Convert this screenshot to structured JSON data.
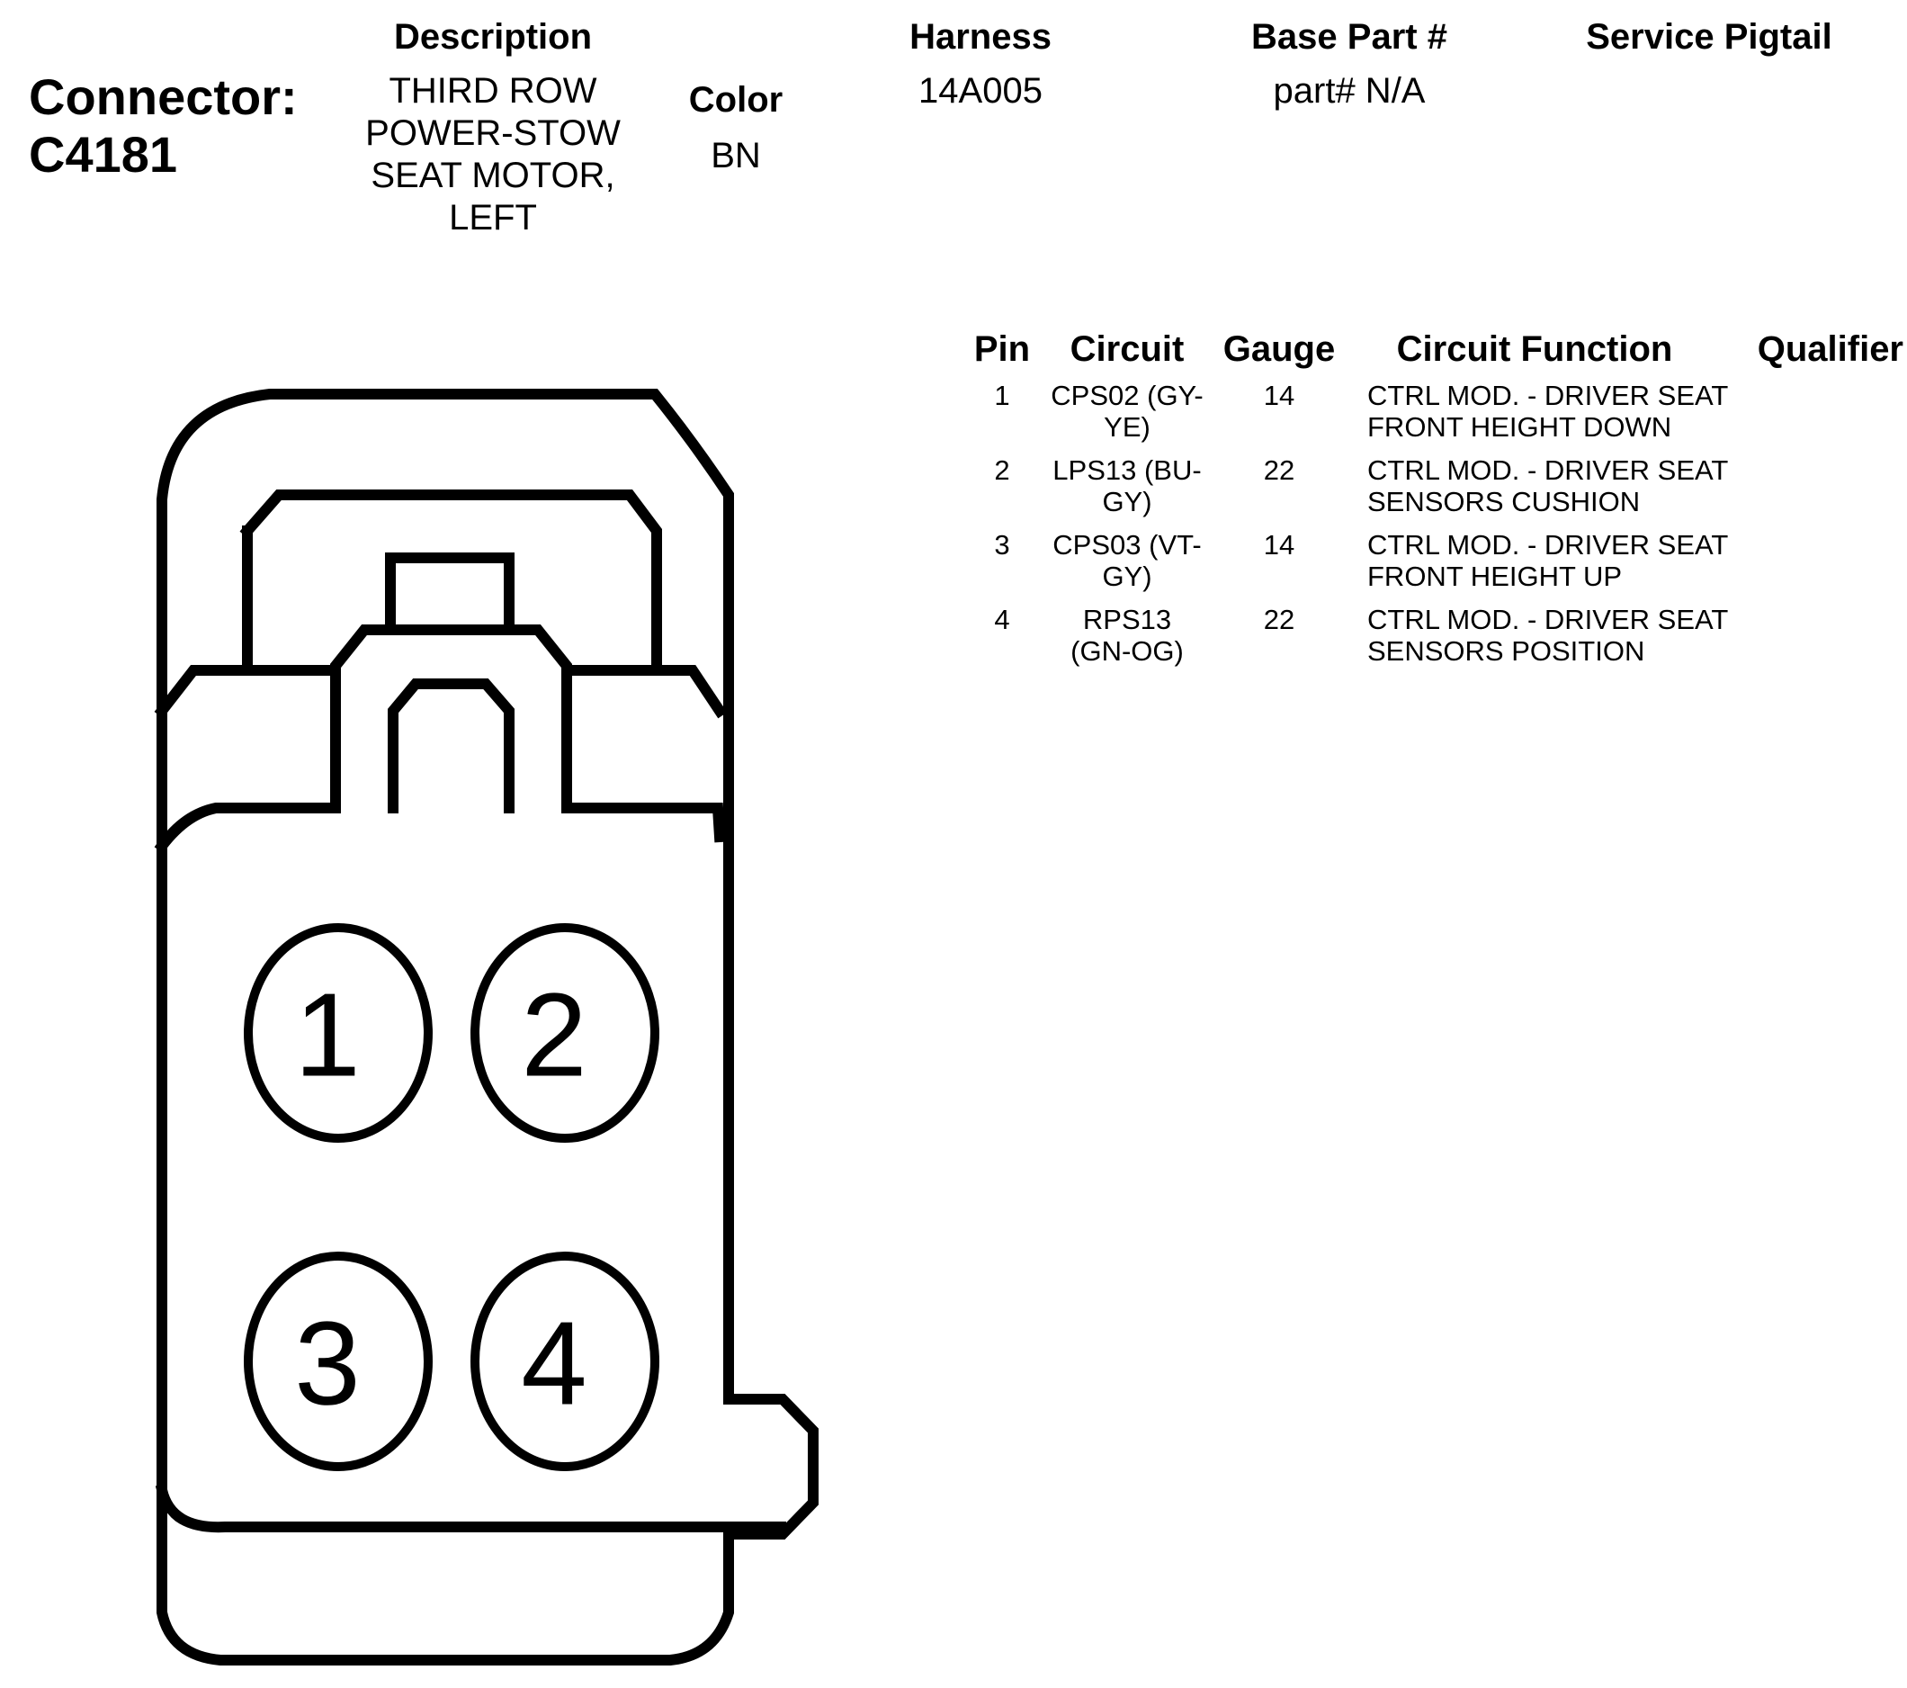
{
  "connector": {
    "label": "Connector:",
    "id": "C4181"
  },
  "header": {
    "description_label": "Description",
    "description_lines": [
      "THIRD ROW",
      "POWER-STOW",
      "SEAT MOTOR,",
      "LEFT"
    ],
    "color_label": "Color",
    "color_value": "BN",
    "harness_label": "Harness",
    "harness_value": "14A005",
    "base_part_label": "Base Part #",
    "base_part_value": "part# N/A",
    "service_pigtail_label": "Service Pigtail"
  },
  "pin_table": {
    "columns": [
      "Pin",
      "Circuit",
      "Gauge",
      "Circuit Function",
      "Qualifier"
    ],
    "rows": [
      {
        "pin": "1",
        "circuit": [
          "CPS02 (GY-",
          "YE)"
        ],
        "gauge": "14",
        "function": [
          "CTRL MOD. - DRIVER SEAT",
          "FRONT HEIGHT DOWN"
        ],
        "qualifier": ""
      },
      {
        "pin": "2",
        "circuit": [
          "LPS13 (BU-",
          "GY)"
        ],
        "gauge": "22",
        "function": [
          "CTRL MOD. - DRIVER SEAT",
          "SENSORS CUSHION"
        ],
        "qualifier": ""
      },
      {
        "pin": "3",
        "circuit": [
          "CPS03 (VT-",
          "GY)"
        ],
        "gauge": "14",
        "function": [
          "CTRL MOD. - DRIVER SEAT",
          "FRONT HEIGHT UP"
        ],
        "qualifier": ""
      },
      {
        "pin": "4",
        "circuit": [
          "RPS13",
          "(GN-OG)"
        ],
        "gauge": "22",
        "function": [
          "CTRL MOD. - DRIVER SEAT",
          "SENSORS POSITION"
        ],
        "qualifier": ""
      }
    ]
  },
  "diagram": {
    "pin_labels": [
      "1",
      "2",
      "3",
      "4"
    ],
    "stroke_color": "#000000",
    "background_color": "#ffffff"
  }
}
